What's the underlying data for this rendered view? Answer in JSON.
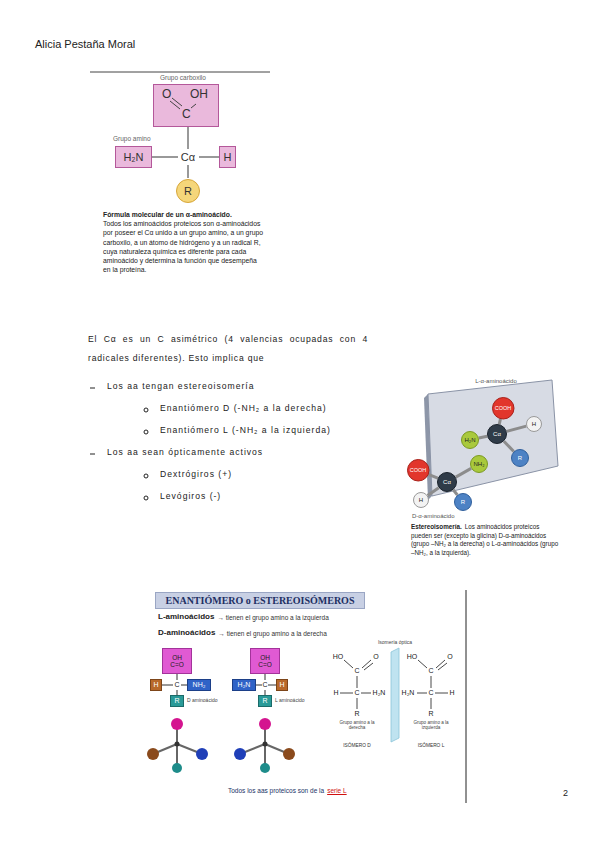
{
  "diagram": {
    "nodes": [
      {
        "text": [
          "O",
          "OH",
          "C"
        ]
      },
      {
        "text": [
          "H₂N"
        ]
      },
      {
        "text": [
          "H"
        ]
      },
      {
        "text": [
          "R"
        ]
      },
      {
        "text": [
          "COOH"
        ]
      },
      {
        "text": [
          "H₂N"
        ]
      },
      {
        "text": [
          "Cα"
        ]
      },
      {
        "text": [
          "H"
        ]
      },
      {
        "text": [
          "R"
        ]
      },
      {
        "text": [
          "COOH"
        ]
      },
      {
        "text": [
          "Cα"
        ]
      },
      {
        "text": [
          "NH₂"
        ]
      },
      {
        "text": [
          "H"
        ]
      },
      {
        "text": [
          "R"
        ]
      },
      {
        "text": [
          "ENANTIÓMERO o ESTEREOISÓMEROS"
        ]
      },
      {
        "text": [
          "OH",
          "C=O"
        ]
      },
      {
        "text": [
          "H"
        ]
      },
      {
        "text": [
          "NH₂"
        ]
      },
      {
        "text": [
          "R"
        ]
      },
      {
        "text": [
          "OH",
          "C=O"
        ]
      },
      {
        "text": [
          "H₂N"
        ]
      },
      {
        "text": [
          "H"
        ]
      },
      {
        "text": [
          "R"
        ]
      }
    ],
    "edges": [
      {
        "from": 6,
        "to": 4,
        "arrow": "none"
      },
      {
        "from": 6,
        "to": 5,
        "arrow": "none"
      },
      {
        "from": 6,
        "to": 7,
        "arrow": "none"
      },
      {
        "from": 6,
        "to": 8,
        "arrow": "none"
      },
      {
        "from": 10,
        "to": 9,
        "arrow": "none"
      },
      {
        "from": 10,
        "to": 11,
        "arrow": "none"
      },
      {
        "from": 10,
        "to": 12,
        "arrow": "none"
      },
      {
        "from": 10,
        "to": 13,
        "arrow": "none"
      }
    ],
    "labels": [
      "Alicia Pestaña Moral",
      "Grupo carboxilo",
      "Grupo amino",
      "Cα",
      "Fórmula molecular de un α-aminoácido.",
      "Todos los aminoácidos proteicos son α-aminoácidos por poseer el Cα unido a un grupo amino, a un grupo carboxilo, a un átomo de hidrógeno y a un radical R, cuya naturaleza química es diferente para cada aminoácido y determina la función que desempeña en la proteína.",
      "El Cα es un C asimétrico (4 valencias ocupadas con 4 radicales diferentes). Esto implica que",
      "Los aa tengan estereoisomería",
      "Enantiómero D (-NH₂ a la derecha)",
      "Enantiómero L (-NH₂ a la izquierda)",
      "Los aa sean ópticamente activos",
      "Dextrógiros (+)",
      "Levógiros (-)",
      "L-α-aminoácido",
      "D-α-aminoácido",
      "Estereoisomería.",
      "Los aminoácidos proteicos pueden ser (excepto la glicina) D-α-aminoácidos (grupo –NH₂ a la derecha) o L-α-aminoácidos (grupo –NH₂, a la izquierda).",
      "L-aminoácidos",
      "→ tienen el grupo amino a la izquierda",
      "D-aminoácidos",
      "→ tienen el grupo amino a la derecha",
      "C",
      "D aminoácido",
      "C",
      "L aminoácido",
      "Isomería óptica",
      "HO",
      "O",
      "C",
      "H",
      "C",
      "H₂N",
      "R",
      "Grupo amino a la derecha",
      "ISÓMERO D",
      "HO",
      "O",
      "C",
      "H₂N",
      "C",
      "H",
      "R",
      "Grupo amino a la izquierda",
      "ISÓMERO L",
      "Todos los aas proteicos son de la",
      "serie L",
      "2"
    ]
  }
}
